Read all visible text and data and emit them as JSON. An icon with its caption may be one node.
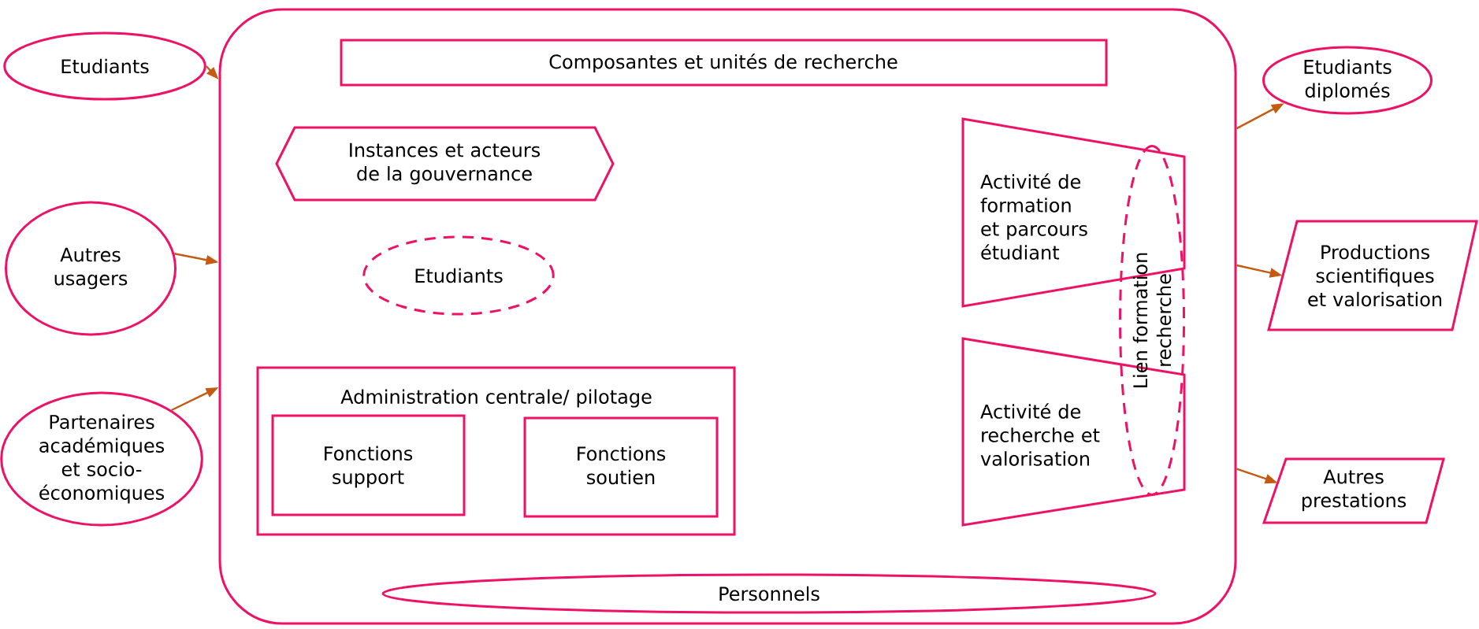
{
  "diagram": {
    "nodes": [
      {
        "text": [
          "Etudiants"
        ]
      },
      {
        "text": [
          "Autres usagers"
        ]
      },
      {
        "text": [
          "Partenaires académiques et socio-économiques"
        ]
      },
      {
        "text": [],
        "shape": "box"
      },
      {
        "text": [
          "Composantes et unités de recherche"
        ],
        "in": 3
      },
      {
        "text": [
          "Instances et acteurs de la gouvernance"
        ],
        "in": 3
      },
      {
        "text": [
          "Etudiants"
        ],
        "in": 3
      },
      {
        "text": [
          "Administration centrale/ pilotage"
        ],
        "in": 3
      },
      {
        "text": [
          "Fonctions support"
        ],
        "in": 7
      },
      {
        "text": [
          "Fonctions soutien"
        ],
        "in": 7
      },
      {
        "text": [
          "Activité de formation et parcours étudiant"
        ],
        "in": 3
      },
      {
        "text": [
          "Activité de recherche et valorisation"
        ],
        "in": 3
      },
      {
        "text": [
          "Lien formation recherche"
        ],
        "in": 3
      },
      {
        "text": [
          "Personnels"
        ],
        "in": 3
      },
      {
        "text": [
          "Etudiants diplomés"
        ]
      },
      {
        "text": [
          "Productions scientifiques et valorisation"
        ]
      },
      {
        "text": [
          "Autres prestations"
        ]
      }
    ],
    "edges": [
      {
        "from": 0,
        "to": 3,
        "arrow": "to"
      },
      {
        "from": 1,
        "to": 3,
        "arrow": "to"
      },
      {
        "from": 2,
        "to": 3,
        "arrow": "to"
      },
      {
        "from": 3,
        "to": 14,
        "arrow": "to"
      },
      {
        "from": 3,
        "to": 15,
        "arrow": "to"
      },
      {
        "from": 3,
        "to": 16,
        "arrow": "to"
      }
    ]
  }
}
